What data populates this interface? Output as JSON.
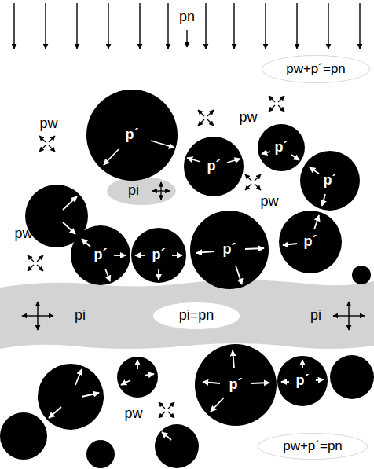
{
  "diagram": {
    "nodes": [
      {
        "text": [
          "pw+p´=pn"
        ]
      },
      {
        "text": [
          "p´"
        ]
      },
      {
        "text": [
          "p´"
        ]
      },
      {
        "text": [
          "p´"
        ]
      },
      {
        "text": [
          "p´"
        ]
      },
      {
        "text": [
          "pi"
        ]
      },
      {
        "text": [
          "p´"
        ]
      },
      {
        "text": [
          "p´"
        ]
      },
      {
        "text": [
          "p´"
        ]
      },
      {
        "text": [
          "p´"
        ]
      },
      {
        "text": [
          "pi",
          "pi"
        ]
      },
      {
        "text": [
          "pi=pn"
        ],
        "in": 10
      },
      {
        "text": [
          "p´"
        ]
      },
      {
        "text": [
          "p´"
        ]
      },
      {
        "text": [
          "pw+p´=pn"
        ]
      }
    ],
    "labels": [
      "pn",
      "pw",
      "pw",
      "pw",
      "pw",
      "pw"
    ]
  }
}
